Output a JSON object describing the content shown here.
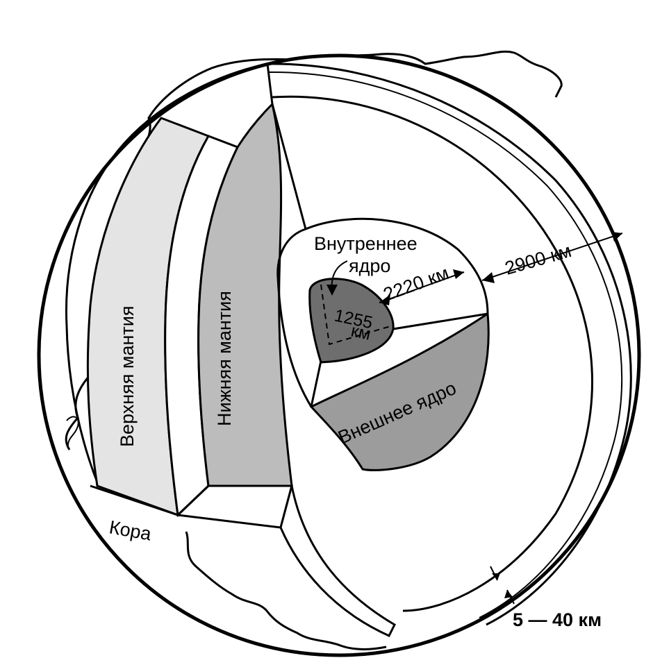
{
  "labels": {
    "inner_core_line1": "Внутреннее",
    "inner_core_line2": "ядро",
    "inner_core_radius_value": "1255",
    "inner_core_radius_unit": "км",
    "outer_core_thickness": "2220 км",
    "mantle_thickness": "2900 км",
    "outer_core": "Внешнее ядро",
    "lower_mantle": "Нижняя мантия",
    "upper_mantle": "Верхняя мантия",
    "crust": "Кора",
    "crust_thickness": "5 — 40 км"
  },
  "colors": {
    "ink": "#000000",
    "paper": "#ffffff",
    "mantle_shade": "#e4e4e4",
    "lower_mantle_shade": "#bcbcbc",
    "outer_core_shade": "#9c9c9c",
    "inner_core_shade": "#6e6e6e"
  }
}
